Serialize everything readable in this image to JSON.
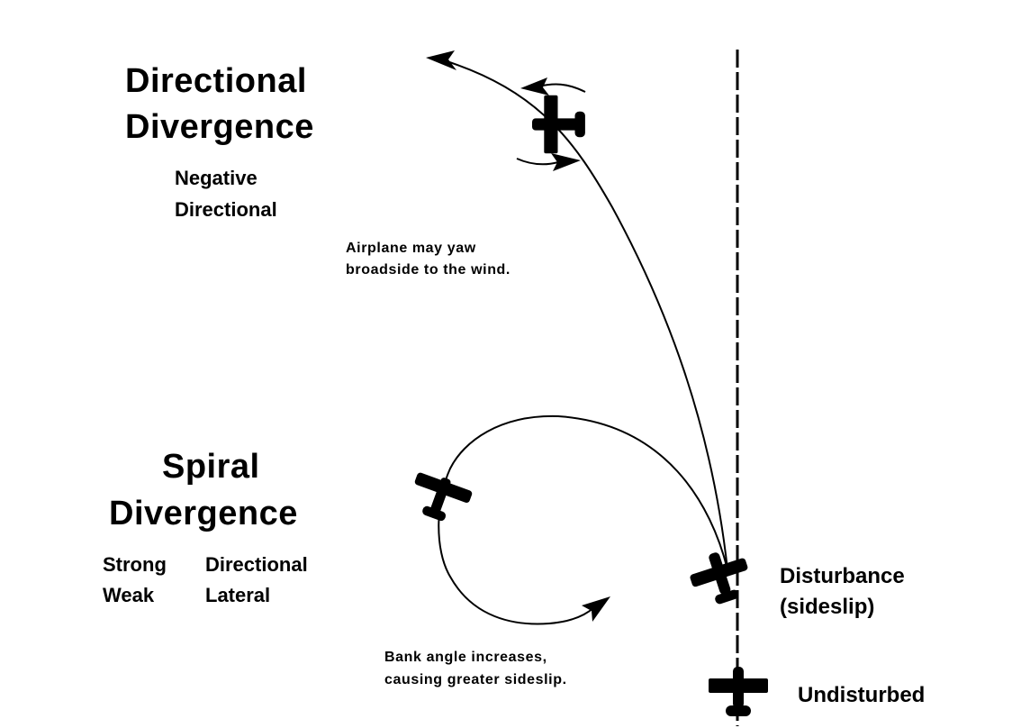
{
  "directional_divergence": {
    "title_line1": "Directional",
    "title_line2": "Divergence",
    "condition_line1": "Negative",
    "condition_line2": "Directional",
    "note_line1": "Airplane may yaw",
    "note_line2": "broadside to the wind."
  },
  "spiral_divergence": {
    "title_line1": "Spiral",
    "title_line2": "Divergence",
    "row1_left": "Strong",
    "row1_right": "Directional",
    "row2_left": "Weak",
    "row2_right": "Lateral",
    "note_line1": "Bank angle increases,",
    "note_line2": "causing greater sideslip."
  },
  "states": {
    "disturbance_line1": "Disturbance",
    "disturbance_line2": "(sideslip)",
    "undisturbed": "Undisturbed"
  },
  "colors": {
    "ink": "#000000",
    "background": "#ffffff"
  }
}
